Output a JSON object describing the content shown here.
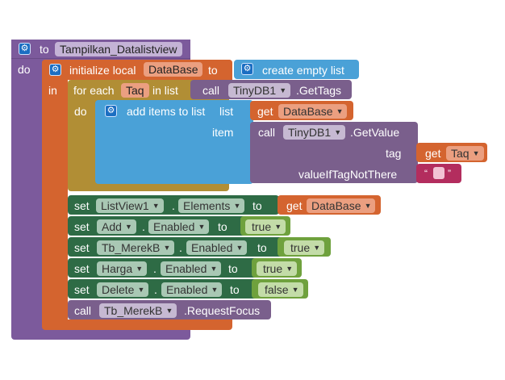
{
  "procedure": {
    "to_label": "to",
    "name": "Tampilkan_Datalistview",
    "do_label": "do"
  },
  "init_local": {
    "label": "initialize local",
    "var_name": "DataBase",
    "to_label": "to",
    "in_label": "in",
    "value_label": "create empty list"
  },
  "foreach": {
    "label": "for each",
    "var_name": "Taq",
    "in_list_label": "in list",
    "do_label": "do",
    "call_label": "call",
    "component": "TinyDB1",
    "method": ".GetTags"
  },
  "add_items": {
    "label": "add items to list",
    "list_label": "list",
    "item_label": "item",
    "get_label": "get",
    "get_var": "DataBase"
  },
  "getvalue": {
    "call_label": "call",
    "component": "TinyDB1",
    "method": ".GetValue",
    "tag_label": "tag",
    "tag_get_label": "get",
    "tag_var": "Taq",
    "default_label": "valueIfTagNotThere",
    "quote_open": "“",
    "quote_close": "”"
  },
  "setters": [
    {
      "set": "set",
      "component": "ListView1",
      "dot": ".",
      "property": "Elements",
      "to": "to",
      "value": "get",
      "value_var": "DataBase"
    },
    {
      "set": "set",
      "component": "Add",
      "dot": ".",
      "property": "Enabled",
      "to": "to",
      "value": "true"
    },
    {
      "set": "set",
      "component": "Tb_MerekB",
      "dot": ".",
      "property": "Enabled",
      "to": "to",
      "value": "true"
    },
    {
      "set": "set",
      "component": "Harga",
      "dot": ".",
      "property": "Enabled",
      "to": "to",
      "value": "true"
    },
    {
      "set": "set",
      "component": "Delete",
      "dot": ".",
      "property": "Enabled",
      "to": "to",
      "value": "false"
    }
  ],
  "focus_call": {
    "call_label": "call",
    "component": "Tb_MerekB",
    "method": ".RequestFocus"
  },
  "colors": {
    "procedure": "#7c5a9c",
    "variable": "#d4642f",
    "control": "#b18e35",
    "list": "#4aa1d7",
    "tinydb": "#7a5f8c",
    "setter": "#2e6b45",
    "logic": "#6fa13d",
    "text": "#b32d5e"
  }
}
